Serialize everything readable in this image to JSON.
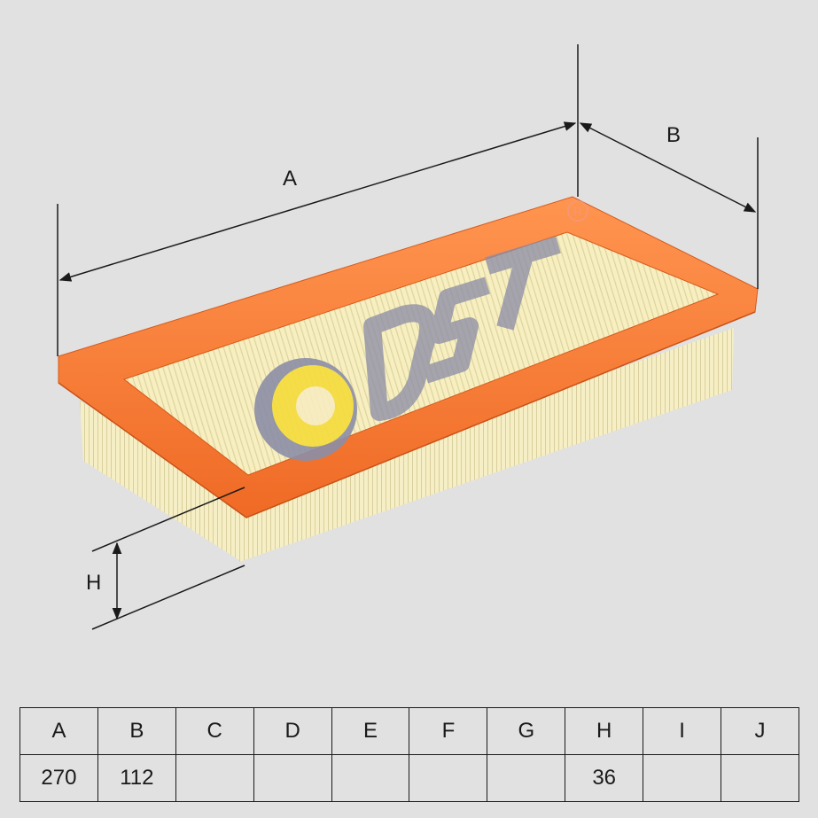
{
  "dimension_labels": {
    "a": "A",
    "b": "B",
    "h": "H"
  },
  "spec_table": {
    "headers": [
      "A",
      "B",
      "C",
      "D",
      "E",
      "F",
      "G",
      "H",
      "I",
      "J"
    ],
    "values": [
      "270",
      "112",
      "",
      "",
      "",
      "",
      "",
      "36",
      "",
      ""
    ]
  },
  "colors": {
    "background": "#e1e1e1",
    "frame_orange": "#f57b35",
    "pleat_media": "#f7efc0",
    "watermark_grey": "#8c8ea6",
    "watermark_yellow": "#f5dc3c"
  },
  "icons": {
    "watermark": "ost-logo-watermark",
    "registered": "registered-trademark-icon"
  }
}
